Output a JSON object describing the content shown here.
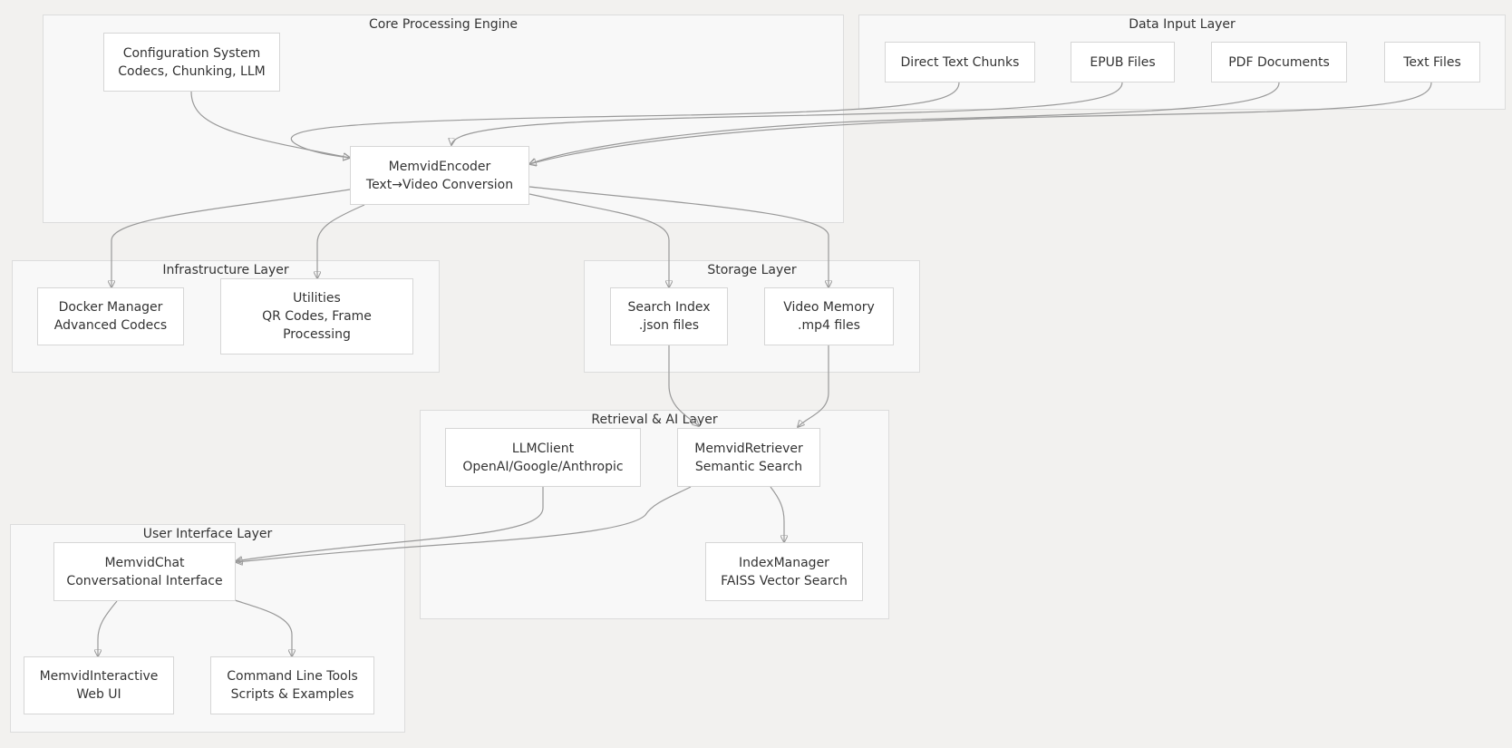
{
  "clusters": {
    "core": "Core Processing Engine",
    "input": "Data Input Layer",
    "infra": "Infrastructure Layer",
    "storage": "Storage Layer",
    "retrieval": "Retrieval & AI Layer",
    "ui": "User Interface Layer"
  },
  "nodes": {
    "config": {
      "l1": "Configuration System",
      "l2": "Codecs, Chunking, LLM"
    },
    "encoder": {
      "l1": "MemvidEncoder",
      "l2": "Text→Video Conversion"
    },
    "direct_text": {
      "l1": "Direct Text Chunks"
    },
    "epub": {
      "l1": "EPUB Files"
    },
    "pdf": {
      "l1": "PDF Documents"
    },
    "text_files": {
      "l1": "Text Files"
    },
    "docker": {
      "l1": "Docker Manager",
      "l2": "Advanced Codecs"
    },
    "utilities": {
      "l1": "Utilities",
      "l2": "QR Codes, Frame",
      "l3": "Processing"
    },
    "search_index": {
      "l1": "Search Index",
      "l2": ".json files"
    },
    "video_memory": {
      "l1": "Video Memory",
      "l2": ".mp4 files"
    },
    "llmclient": {
      "l1": "LLMClient",
      "l2": "OpenAI/Google/Anthropic"
    },
    "retriever": {
      "l1": "MemvidRetriever",
      "l2": "Semantic Search"
    },
    "indexmanager": {
      "l1": "IndexManager",
      "l2": "FAISS Vector Search"
    },
    "chat": {
      "l1": "MemvidChat",
      "l2": "Conversational Interface"
    },
    "interactive": {
      "l1": "MemvidInteractive",
      "l2": "Web UI"
    },
    "cli": {
      "l1": "Command Line Tools",
      "l2": "Scripts & Examples"
    }
  },
  "colors": {
    "edge": "#999999",
    "cluster_bg": "#f8f8f8",
    "node_bg": "#ffffff"
  }
}
